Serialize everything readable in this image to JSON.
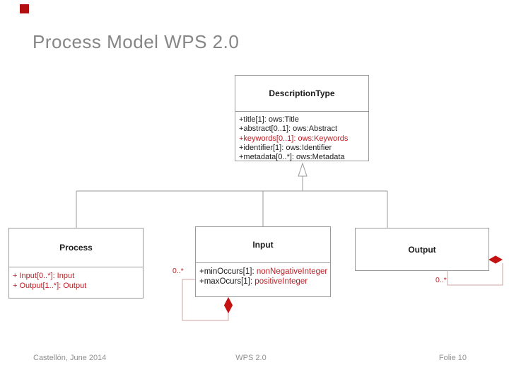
{
  "colors": {
    "logo_red": "#b20d10",
    "accent_red": "#bb2025",
    "diamond_red": "#c41111",
    "loop_red": "#cfa3a3",
    "line_gray": "#9a9a9a",
    "title_gray": "#868686",
    "footer_gray": "#8f8f8f",
    "text_black": "#1c1c1c"
  },
  "slide": {
    "title": "Process Model WPS 2.0",
    "footer": {
      "left": "Castellón, June 2014",
      "center": "WPS 2.0",
      "right": "Folie 10"
    }
  },
  "diagram": {
    "description_type": {
      "name": "DescriptionType",
      "attributes": [
        "+title[1]: ows:Title",
        "+abstract[0..1]: ows:Abstract",
        "+keywords[0..1]: ows:Keywords",
        "+identifier[1]: ows:Identifier",
        "+metadata[0..*]: ows:Metadata"
      ]
    },
    "process": {
      "name": "Process",
      "attributes": [
        "+ Input[0..*]: Input",
        "+ Output[1..*]: Output"
      ]
    },
    "input": {
      "name": "Input",
      "multiplicity": "0..*",
      "attributes": [
        {
          "label": "+minOccurs[1]: ",
          "type": "nonNegativeInteger"
        },
        {
          "label": "+maxOcurs[1]: ",
          "type": "positiveInteger"
        }
      ]
    },
    "output": {
      "name": "Output",
      "multiplicity": "0..*"
    }
  }
}
